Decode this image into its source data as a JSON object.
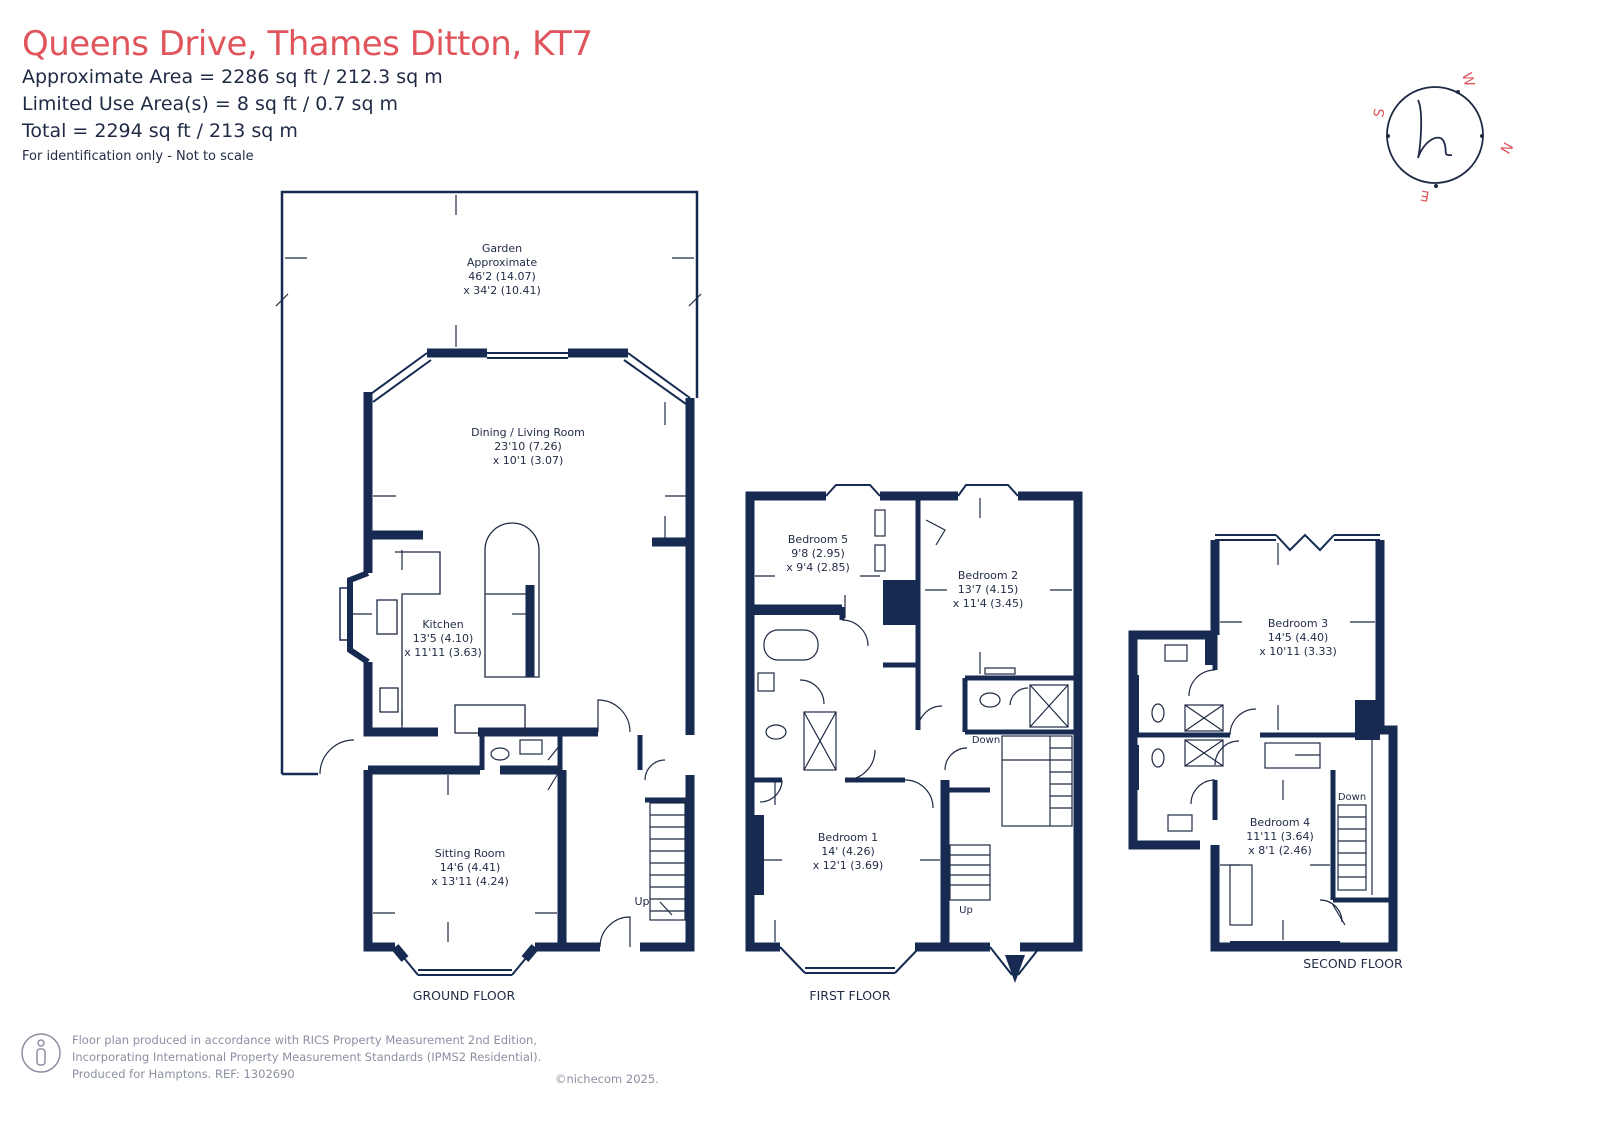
{
  "header": {
    "title": "Queens Drive, Thames Ditton, KT7",
    "approx_area": "Approximate Area = 2286 sq ft / 212.3 sq m",
    "limited_use": "Limited Use Area(s) = 8 sq ft / 0.7 sq m",
    "total": "Total = 2294 sq ft / 213 sq m",
    "note": "For identification only - Not to scale"
  },
  "compass": {
    "letters": [
      "W",
      "N",
      "E",
      "S"
    ],
    "logo": "h",
    "color": "#e0555b"
  },
  "colors": {
    "wall": "#162a52",
    "text": "#1f2a44",
    "accent": "#e0555b"
  },
  "floors": {
    "ground": {
      "label": "GROUND FLOOR",
      "garden": {
        "name": "Garden",
        "sub": "Approximate",
        "dim1": "46'2 (14.07)",
        "dim2": "x 34'2 (10.41)"
      },
      "dining": {
        "name": "Dining / Living Room",
        "dim1": "23'10 (7.26)",
        "dim2": "x 10'1 (3.07)"
      },
      "kitchen": {
        "name": "Kitchen",
        "dim1": "13'5 (4.10)",
        "dim2": "x 11'11 (3.63)"
      },
      "sitting": {
        "name": "Sitting Room",
        "dim1": "14'6 (4.41)",
        "dim2": "x 13'11 (4.24)"
      },
      "up": "Up"
    },
    "first": {
      "label": "FIRST FLOOR",
      "bed5": {
        "name": "Bedroom 5",
        "dim1": "9'8 (2.95)",
        "dim2": "x 9'4 (2.85)"
      },
      "bed2": {
        "name": "Bedroom 2",
        "dim1": "13'7 (4.15)",
        "dim2": "x 11'4 (3.45)"
      },
      "bed1": {
        "name": "Bedroom 1",
        "dim1": "14' (4.26)",
        "dim2": "x 12'1 (3.69)"
      },
      "down": "Down",
      "up": "Up"
    },
    "second": {
      "label": "SECOND FLOOR",
      "bed3": {
        "name": "Bedroom 3",
        "dim1": "14'5 (4.40)",
        "dim2": "x 10'11 (3.33)"
      },
      "bed4": {
        "name": "Bedroom 4",
        "dim1": "11'11 (3.64)",
        "dim2": "x 8'1 (2.46)"
      },
      "down": "Down"
    }
  },
  "footer": {
    "line1": "Floor plan produced in accordance with RICS Property Measurement 2nd Edition,",
    "line2": "Incorporating International Property Measurement Standards (IPMS2 Residential).",
    "line3": "Produced for Hamptons.  REF: 1302690",
    "copyright": "©nichecom 2025."
  }
}
